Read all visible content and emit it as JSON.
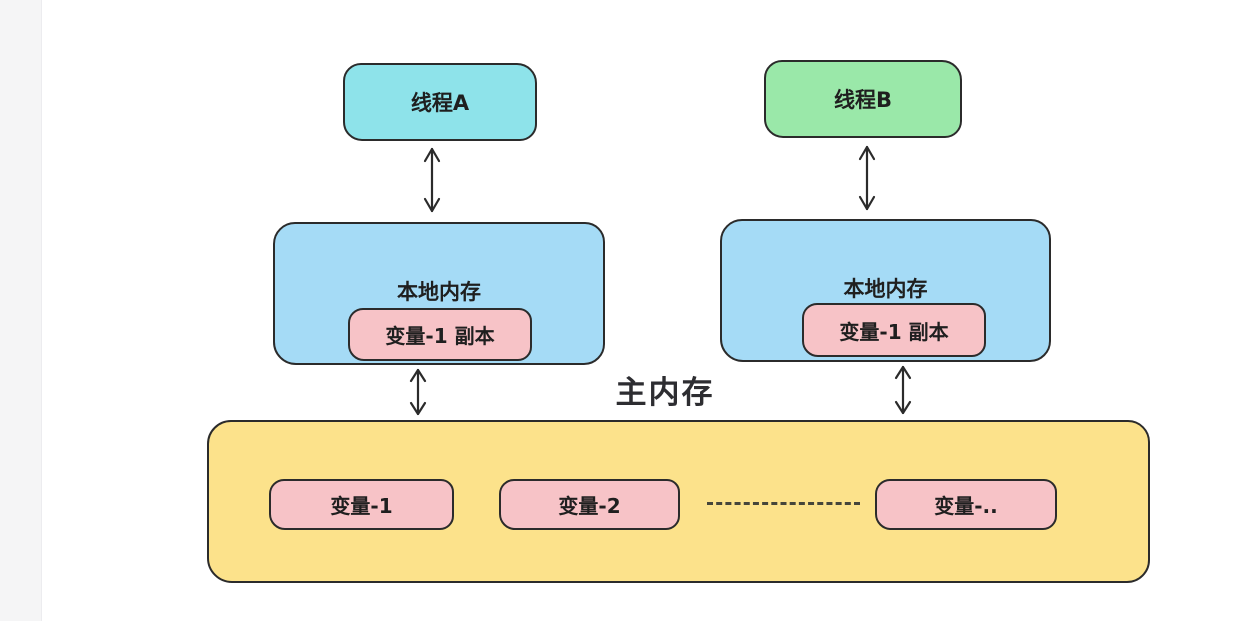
{
  "diagram": {
    "thread_a": {
      "label": "线程A"
    },
    "thread_b": {
      "label": "线程B"
    },
    "local_memory_a": {
      "label": "本地内存",
      "variable_copy": "变量-1 副本"
    },
    "local_memory_b": {
      "label": "本地内存",
      "variable_copy": "变量-1 副本"
    },
    "main_memory": {
      "label": "主内存",
      "variables": [
        "变量-1",
        "变量-2",
        "变量-.."
      ]
    }
  },
  "colors": {
    "cyan": "#8ee3ea",
    "green": "#9ae8a9",
    "blue": "#a5dbf6",
    "pink": "#f7c3c7",
    "yellow": "#fce28b",
    "border": "#2b2b2b",
    "text": "#1f1f1f",
    "sidebar": "#f5f5f6"
  }
}
